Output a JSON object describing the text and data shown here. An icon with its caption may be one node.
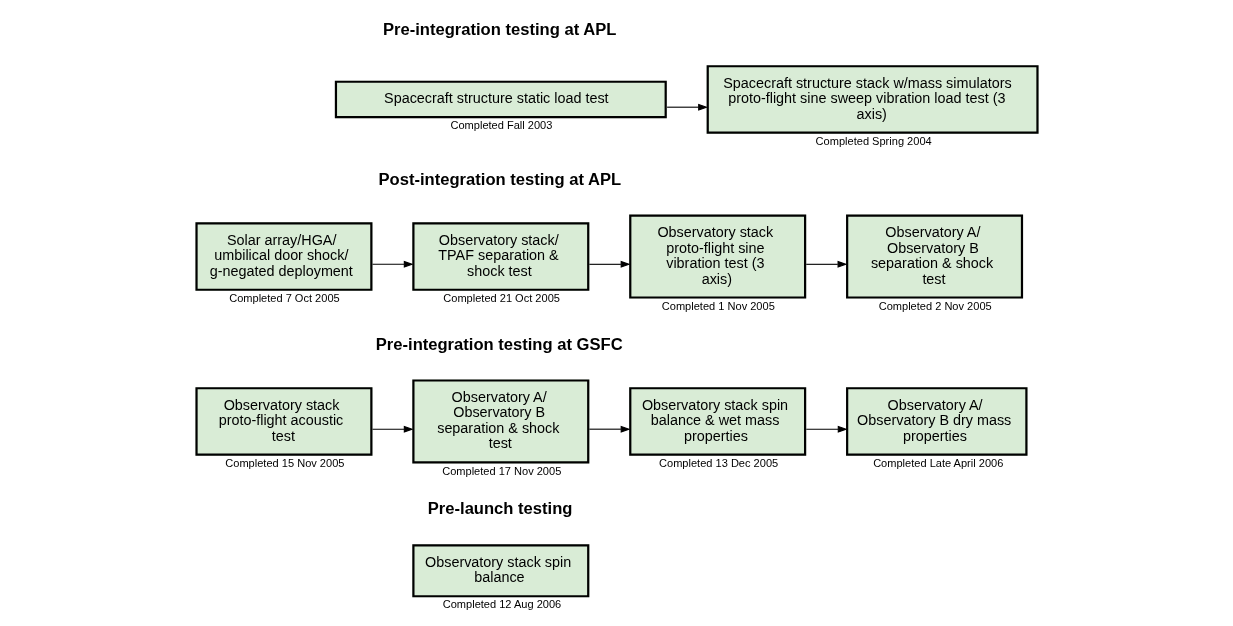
{
  "diagram": {
    "nodes": [
      {
        "text": [
          "Spacecraft structure static load test"
        ],
        "beside": [
          "Completed Fall 2003"
        ]
      },
      {
        "text": [
          "Spacecraft structure stack w/mass simulators proto-flight sine sweep vibration load test (3 axis)"
        ],
        "beside": [
          "Completed Spring 2004"
        ]
      },
      {
        "text": [
          "Solar array/HGA/ umbilical door shock/ g-negated deployment"
        ],
        "beside": [
          "Completed 7 Oct 2005"
        ]
      },
      {
        "text": [
          "Observatory stack/ TPAF separation & shock test"
        ],
        "beside": [
          "Completed 21 Oct 2005"
        ]
      },
      {
        "text": [
          "Observatory stack proto-flight sine vibration test (3 axis)"
        ],
        "beside": [
          "Completed 1 Nov 2005"
        ]
      },
      {
        "text": [
          "Observatory A/ Observatory B separation & shock test"
        ],
        "beside": [
          "Completed 2 Nov 2005"
        ]
      },
      {
        "text": [
          "Observatory stack proto-flight acoustic test"
        ],
        "beside": [
          "Completed 15 Nov 2005"
        ]
      },
      {
        "text": [
          "Observatory A/ Observatory B separation & shock test"
        ],
        "beside": [
          "Completed 17 Nov 2005"
        ]
      },
      {
        "text": [
          "Observatory stack spin balance & wet mass properties"
        ],
        "beside": [
          "Completed 13 Dec 2005"
        ]
      },
      {
        "text": [
          "Observatory A/ Observatory B dry mass properties"
        ],
        "beside": [
          "Completed Late April 2006"
        ]
      },
      {
        "text": [
          "Observatory stack spin balance"
        ],
        "beside": [
          "Completed 12 Aug 2006"
        ]
      }
    ],
    "edges": [
      {
        "from": 0,
        "to": 1,
        "arrow": "to"
      },
      {
        "from": 2,
        "to": 3,
        "arrow": "to"
      },
      {
        "from": 3,
        "to": 4,
        "arrow": "to"
      },
      {
        "from": 4,
        "to": 5,
        "arrow": "to"
      },
      {
        "from": 6,
        "to": 7,
        "arrow": "to"
      },
      {
        "from": 7,
        "to": 8,
        "arrow": "to"
      },
      {
        "from": 8,
        "to": 9,
        "arrow": "to"
      }
    ],
    "labels": [
      "Pre-integration testing at APL",
      "Post-integration testing at APL",
      "Pre-integration testing at GSFC",
      "Pre-launch testing"
    ]
  }
}
